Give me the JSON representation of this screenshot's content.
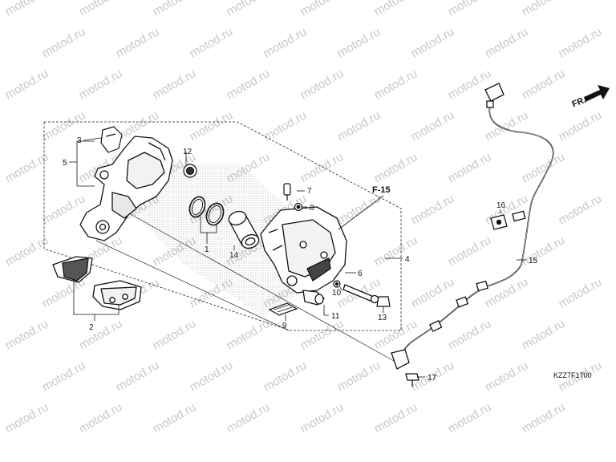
{
  "watermark": "motod.ru",
  "direction_label": "FR.",
  "reference_label": "F-15",
  "diagram_code": "KZZ7F1700",
  "callouts": {
    "c1": "1",
    "c2": "2",
    "c3": "3",
    "c4": "4",
    "c5": "5",
    "c6": "6",
    "c7": "7",
    "c8": "8",
    "c9": "9",
    "c10": "10",
    "c11": "11",
    "c12": "12",
    "c13": "13",
    "c14": "14",
    "c15": "15",
    "c16": "16",
    "c17": "17"
  }
}
